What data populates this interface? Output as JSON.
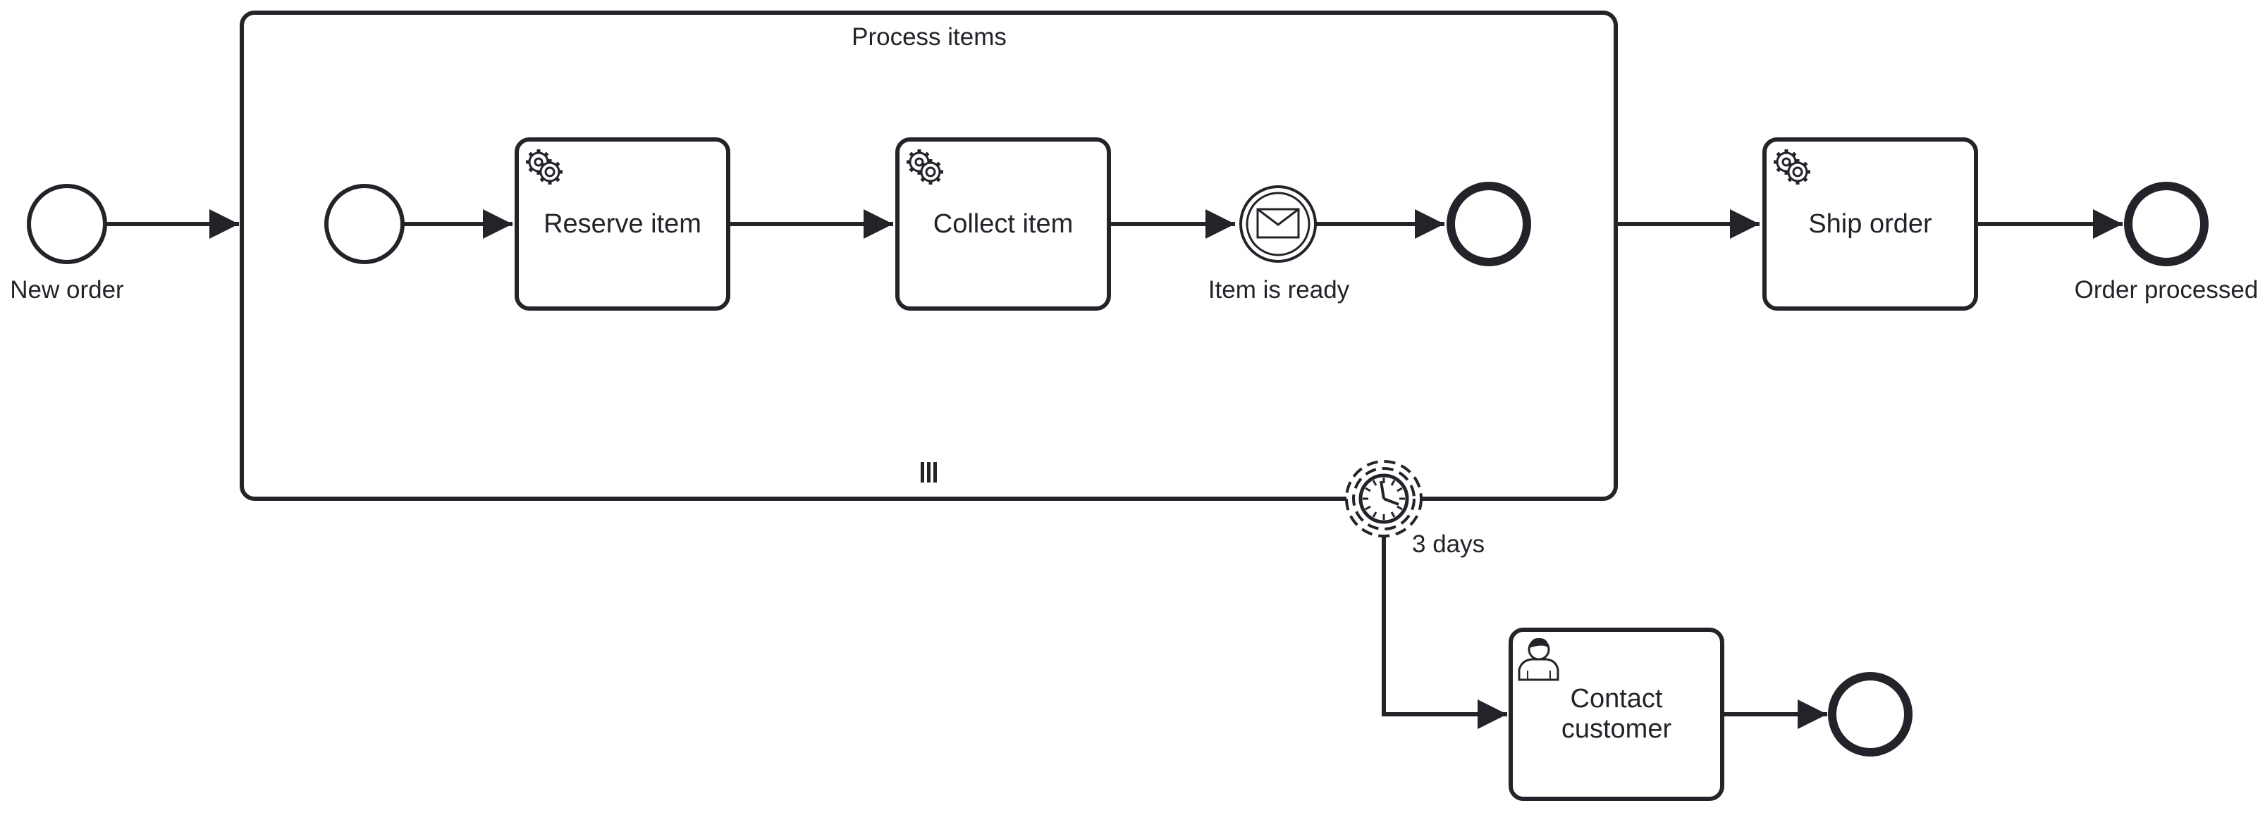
{
  "diagram": {
    "type": "bpmn-process",
    "colors": {
      "stroke": "#22242a",
      "background": "#ffffff"
    },
    "subprocess": {
      "label": "Process items",
      "marker": "parallel-multi-instance-icon"
    },
    "events": {
      "start_new_order": {
        "label": "New order",
        "kind": "start"
      },
      "start_inner": {
        "label": "",
        "kind": "start"
      },
      "item_is_ready": {
        "label": "Item is ready",
        "kind": "intermediate-message",
        "icon": "envelope-icon"
      },
      "end_inner": {
        "label": "",
        "kind": "end"
      },
      "end_order_processed": {
        "label": "Order processed",
        "kind": "end"
      },
      "timer_boundary": {
        "label": "3 days",
        "kind": "non-interrupting-timer-boundary",
        "icon": "clock-icon"
      },
      "end_contact": {
        "label": "",
        "kind": "end"
      }
    },
    "tasks": {
      "reserve_item": {
        "label": "Reserve item",
        "kind": "service",
        "icon": "gear-icon"
      },
      "collect_item": {
        "label": "Collect item",
        "kind": "service",
        "icon": "gear-icon"
      },
      "ship_order": {
        "label": "Ship order",
        "kind": "service",
        "icon": "gear-icon"
      },
      "contact_customer": {
        "label_line1": "Contact",
        "label_line2": "customer",
        "kind": "user",
        "icon": "user-icon"
      }
    },
    "flows": [
      {
        "from": "New order",
        "to": "Process items"
      },
      {
        "from": "inner start",
        "to": "Reserve item"
      },
      {
        "from": "Reserve item",
        "to": "Collect item"
      },
      {
        "from": "Collect item",
        "to": "Item is ready"
      },
      {
        "from": "Item is ready",
        "to": "inner end"
      },
      {
        "from": "Process items",
        "to": "Ship order"
      },
      {
        "from": "Ship order",
        "to": "Order processed"
      },
      {
        "from": "3 days",
        "to": "Contact customer"
      },
      {
        "from": "Contact customer",
        "to": "end"
      }
    ]
  }
}
